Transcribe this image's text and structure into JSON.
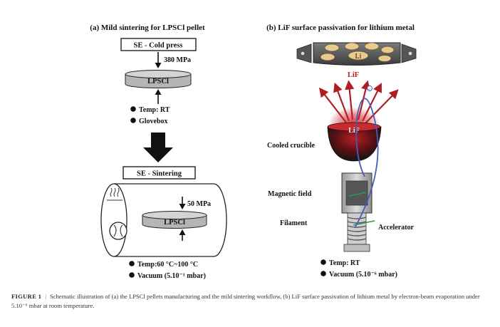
{
  "panel_a": {
    "title": "(a) Mild sintering for LPSCl pellet",
    "cold_press_label": "SE - Cold press",
    "pressure_1": "380 MPa",
    "pellet_label": "LPSCl",
    "conditions_1": [
      "Temp: RT",
      "Glovebox"
    ],
    "sintering_label": "SE - Sintering",
    "pressure_2": "50 MPa",
    "pellet_label_2": "LPSCl",
    "conditions_2": [
      "Temp:60 °C~100 °C",
      "Vacuum (5.10⁻¹ mbar)"
    ]
  },
  "panel_b": {
    "title": "(b) LiF surface passivation for lithium metal",
    "li_label": "Li",
    "lif_top_label": "LiF",
    "lif_crucible_label": "LiF",
    "cooled_crucible_label": "Cooled crucible",
    "magnetic_field_label": "Magnetic field",
    "filament_label": "Filament",
    "accelerator_label": "Accelerator",
    "electron_label": "e⁻",
    "conditions": [
      "Temp: RT",
      "Vacuum (5.10⁻⁶ mbar)"
    ]
  },
  "caption": {
    "label": "FIGURE 1",
    "text": "Schematic illustration of (a) the LPSCl pellets manufacturing and the mild sintering workflow, (b) LiF surface passivation of lithium metal by electron-beam evaporation under 5.10⁻⁶ mbar at room temperature."
  },
  "colors": {
    "lif_red": "#b01e23",
    "electron_beam": "#4a5ab8",
    "pellet_gray": "#c7c7c7",
    "li_disc": "#e8c98f"
  }
}
